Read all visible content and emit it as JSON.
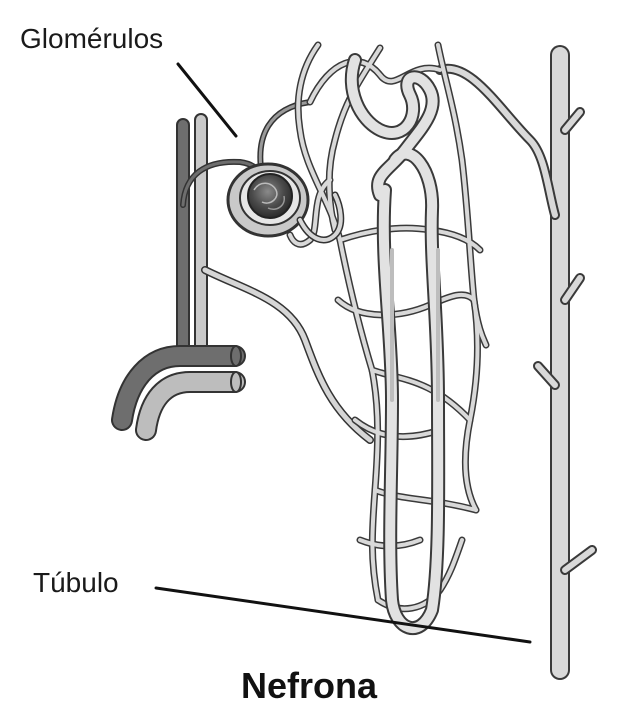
{
  "title": "Nefrona",
  "labels": {
    "glomerulus": "Glomérulos",
    "tubule": "Túbulo"
  },
  "colors": {
    "outline": "#3a3a3a",
    "vessel_fill": "#d6d6d6",
    "artery_dark": "#6e6e6e",
    "vein_light": "#bdbdbd",
    "glomerulus_fill": "#555555",
    "capsule_fill": "#c9c9c9",
    "leader": "#111111"
  },
  "icons": {
    "diagram": "nephron-illustration"
  }
}
